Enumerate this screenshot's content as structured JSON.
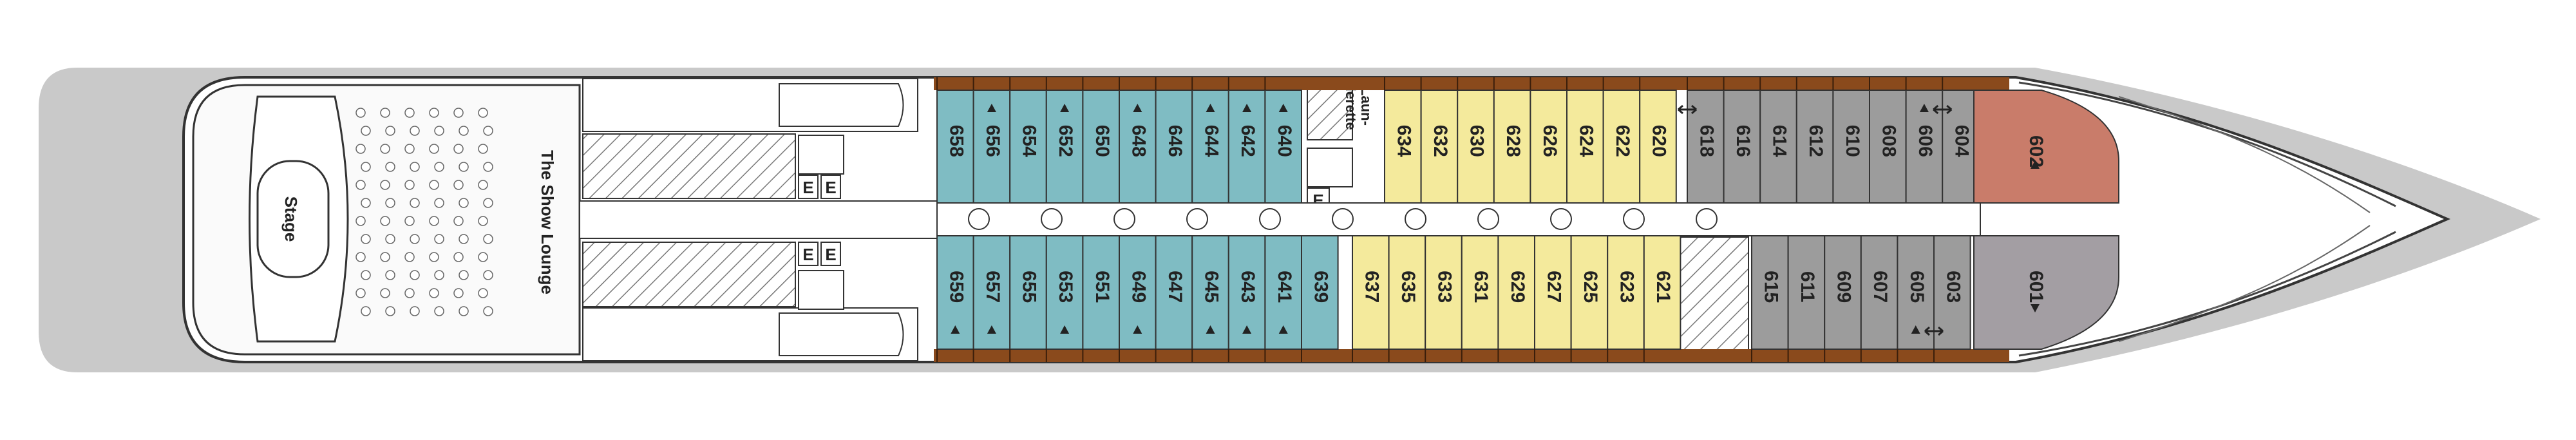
{
  "colors": {
    "hull": "#c9c9c9",
    "deck": "#ffffff",
    "balcony": "#8a4a1c",
    "teal": "#7fbcc3",
    "yellow": "#f4ea9c",
    "grey": "#9c9c9c",
    "suite_red": "#c97c6a",
    "suite_grey": "#a39ea3",
    "outline": "#333333"
  },
  "labels": {
    "stage": "Stage",
    "show_lounge": "The Show Lounge",
    "launderette_1": "Laun-",
    "launderette_2": "derette",
    "elevator": "E"
  },
  "cabins": {
    "top_teal": [
      {
        "num": "658",
        "tri": false
      },
      {
        "num": "656",
        "tri": true
      },
      {
        "num": "654",
        "tri": false
      },
      {
        "num": "652",
        "tri": true
      },
      {
        "num": "650",
        "tri": false
      },
      {
        "num": "648",
        "tri": true
      },
      {
        "num": "646",
        "tri": false
      },
      {
        "num": "644",
        "tri": true
      },
      {
        "num": "642",
        "tri": true
      },
      {
        "num": "640",
        "tri": true
      }
    ],
    "top_yellow": [
      "634",
      "632",
      "630",
      "628",
      "626",
      "624",
      "622",
      "620"
    ],
    "top_grey": [
      {
        "num": "618",
        "conn": true
      },
      {
        "num": "616",
        "conn": false
      },
      {
        "num": "614",
        "conn": false
      },
      {
        "num": "612",
        "conn": false
      },
      {
        "num": "610",
        "conn": false
      },
      {
        "num": "608",
        "conn": false
      },
      {
        "num": "606",
        "tri": true
      },
      {
        "num": "604",
        "conn": true
      }
    ],
    "bottom_teal": [
      {
        "num": "659",
        "tri": true
      },
      {
        "num": "657",
        "tri": true
      },
      {
        "num": "655",
        "tri": false
      },
      {
        "num": "653",
        "tri": true
      },
      {
        "num": "651",
        "tri": false
      },
      {
        "num": "649",
        "tri": true
      },
      {
        "num": "647",
        "tri": false
      },
      {
        "num": "645",
        "tri": true
      },
      {
        "num": "643",
        "tri": true
      },
      {
        "num": "641",
        "tri": true
      },
      {
        "num": "639",
        "tri": false
      }
    ],
    "bottom_yellow": [
      "637",
      "635",
      "633",
      "631",
      "629",
      "627",
      "625",
      "623",
      "621"
    ],
    "bottom_grey": [
      {
        "num": "615",
        "tri": false
      },
      {
        "num": "611",
        "tri": false
      },
      {
        "num": "609",
        "tri": false
      },
      {
        "num": "607",
        "tri": false
      },
      {
        "num": "605",
        "tri": true
      },
      {
        "num": "603",
        "conn": true
      }
    ],
    "suite_top": "602",
    "suite_bottom": "601"
  }
}
